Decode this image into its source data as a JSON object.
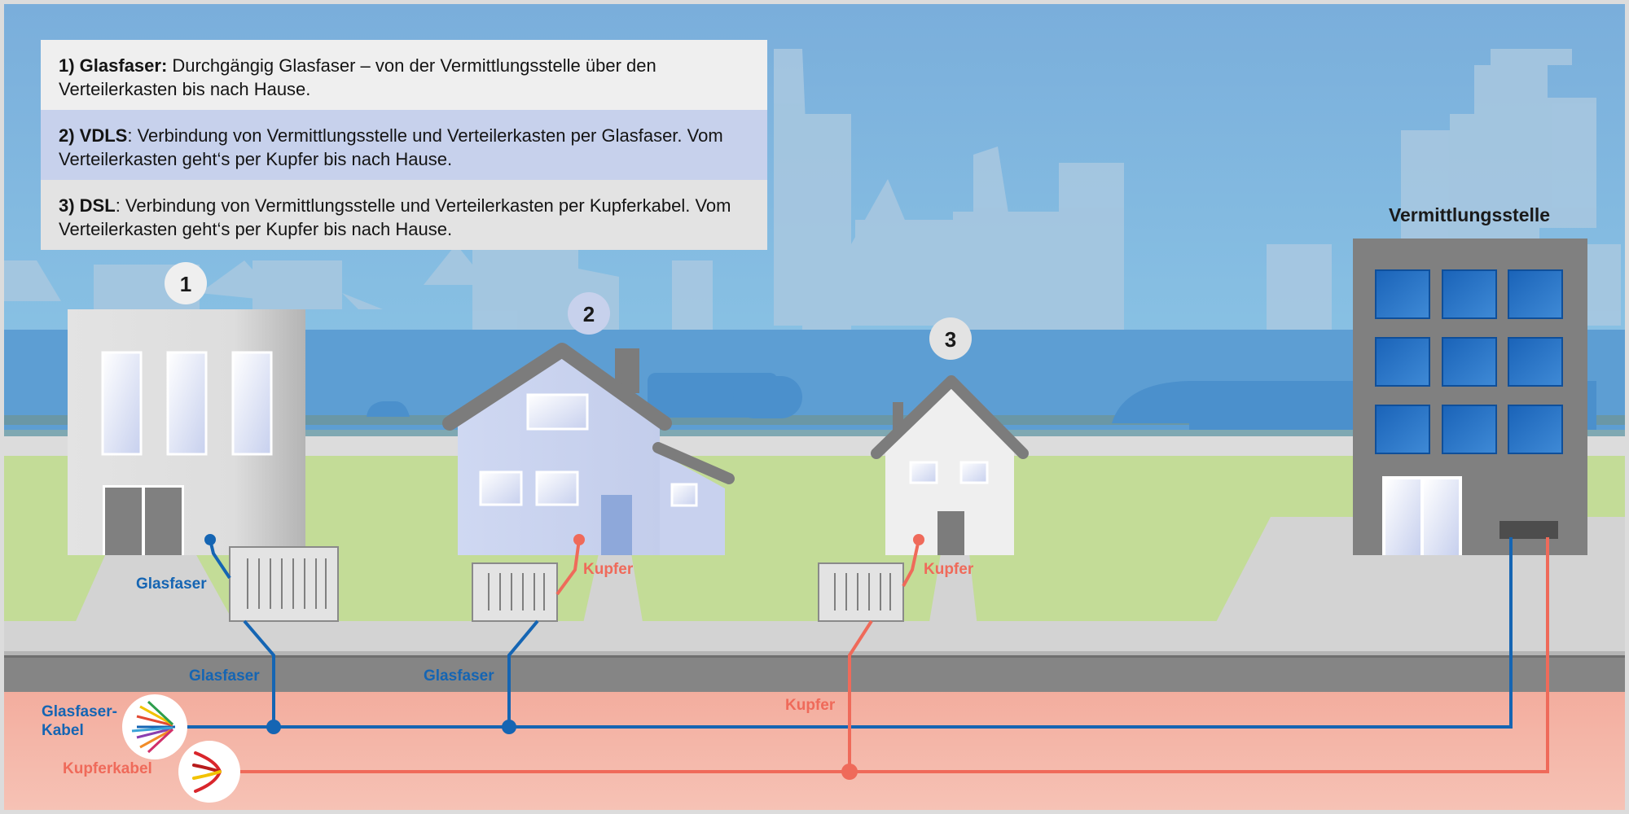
{
  "legend": [
    {
      "title": "1) Glasfaser:",
      "text": " Durchgängig Glasfaser – von der Vermittlungsstelle über den Verteilerkasten bis nach Hause."
    },
    {
      "title": "2) VDLS",
      "text": ": Verbindung von Vermittlungsstelle und Verteilerkasten per Glasfaser. Vom Verteilerkasten geht‘s per Kupfer bis nach Hause."
    },
    {
      "title": "3) DSL",
      "text": ": Verbindung von Vermittlungsstelle und Verteilerkasten per Kupferkabel. Vom Verteilerkasten geht‘s per Kupfer bis nach Hause."
    }
  ],
  "buildings": {
    "b1_number": "1",
    "b2_number": "2",
    "b3_number": "3",
    "exchange_title": "Vermittlungsstelle"
  },
  "labels": {
    "glasfaser_house1": "Glasfaser",
    "glasfaser_street1": "Glasfaser",
    "glasfaser_street2": "Glasfaser",
    "kupfer_house2": "Kupfer",
    "kupfer_house3": "Kupfer",
    "kupfer_street3": "Kupfer",
    "glasfaser_cable_line1": "Glasfaser-",
    "glasfaser_cable_line2": "Kabel",
    "kupfer_cable": "Kupferkabel"
  },
  "colors": {
    "fiber": "#1565b3",
    "copper": "#ef6a5a",
    "sky": "#7fb3dc",
    "ground": "#c3dc97",
    "underground": "#f5b8aa",
    "street": "#858585"
  }
}
